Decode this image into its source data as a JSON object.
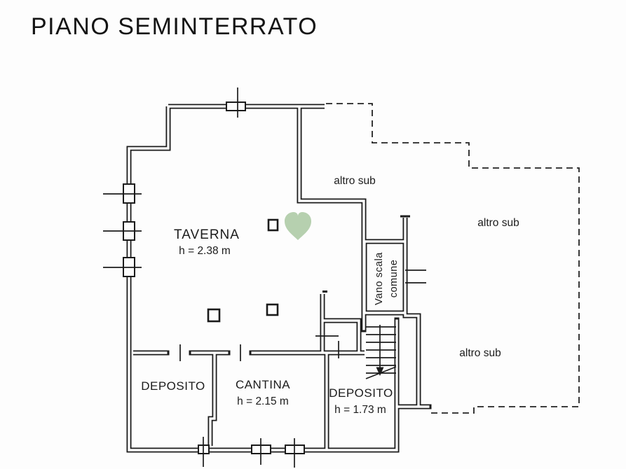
{
  "title": "PIANO SEMINTERRATO",
  "colors": {
    "ink": "#1c1c1c",
    "heart_fill": "#b6d0af",
    "paper": "#fdfdfd"
  },
  "rooms": {
    "taverna": {
      "name": "TAVERNA",
      "height": "h = 2.38 m"
    },
    "deposito_left": {
      "name": "DEPOSITO"
    },
    "cantina": {
      "name": "CANTINA",
      "height": "h = 2.15 m"
    },
    "deposito_right": {
      "name": "DEPOSITO",
      "height": "h = 1.73 m"
    },
    "stairwell": {
      "name_line_1": "Vano scala",
      "name_line_2": "comune"
    }
  },
  "annotations": {
    "altro_sub_top": "altro sub",
    "altro_sub_right": "altro sub",
    "altro_sub_lower_right": "altro sub"
  }
}
